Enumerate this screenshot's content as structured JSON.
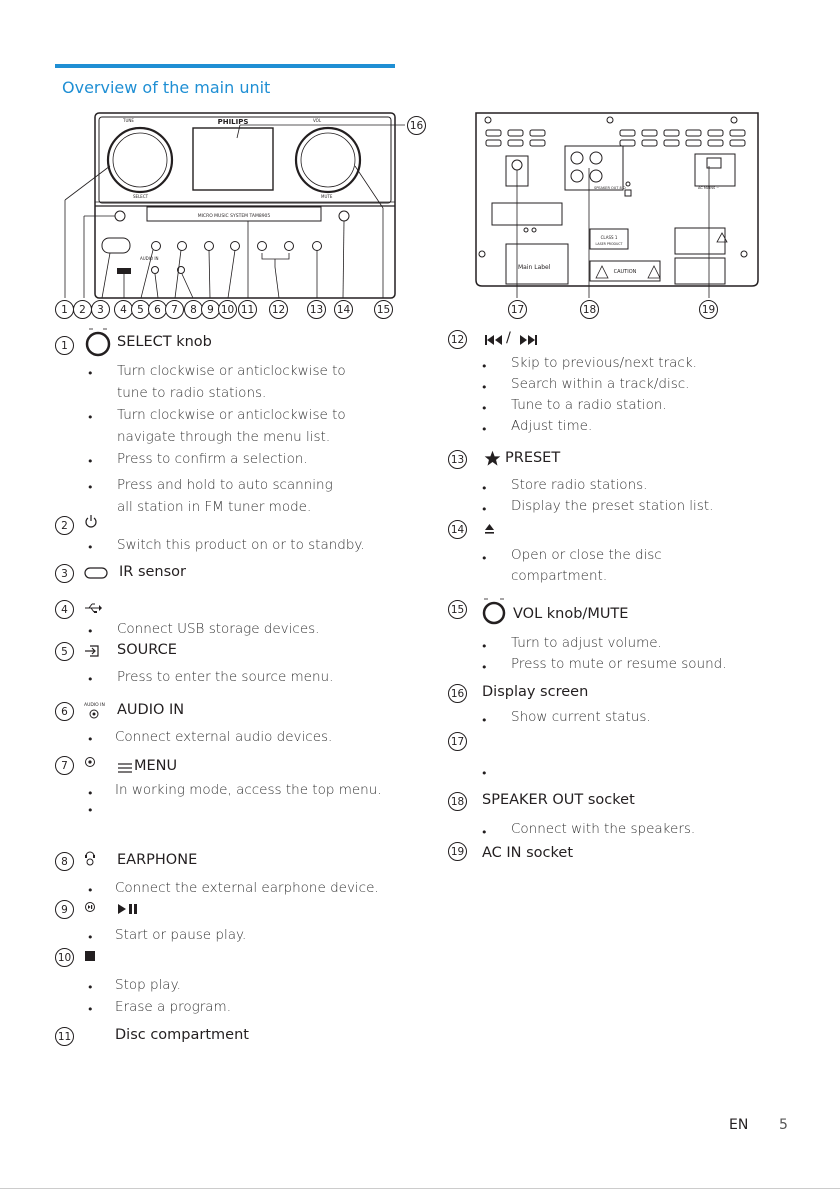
{
  "page": {
    "title": "Overview of the main unit",
    "lang": "EN",
    "page_number": "5"
  },
  "front": {
    "brand": "PHILIPS",
    "model": "MICRO MUSIC SYSTEM TAM8905",
    "tune": "TUNE",
    "vol": "VOL",
    "select": "SELECT",
    "mute": "MUTE",
    "audio_in": "AUDIO IN",
    "callouts": [
      "1",
      "2",
      "3",
      "4",
      "5",
      "6",
      "7",
      "8",
      "9",
      "10",
      "11",
      "12",
      "13",
      "14",
      "15",
      "16"
    ]
  },
  "rear": {
    "main_label": "Main Label",
    "speaker_out": "SPEAKER OUT 8 Ω",
    "ac_mains": "AC MAINS ~",
    "class1": "CLASS 1",
    "laser": "LASER PRODUCT",
    "caution": "CAUTION",
    "callouts": [
      "17",
      "18",
      "19"
    ]
  },
  "items": {
    "i1": {
      "num": "1",
      "title": "SELECT knob",
      "bullets": [
        "Turn clockwise or anticlockwise to",
        "tune to radio stations.",
        "Turn clockwise or anticlockwise to",
        "navigate through the menu list.",
        "Press to confirm a selection.",
        "Press and hold to auto scanning",
        "all station in FM tuner mode."
      ]
    },
    "i2": {
      "num": "2",
      "bullets": [
        "Switch this product on or to standby."
      ]
    },
    "i3": {
      "num": "3",
      "title": "IR sensor"
    },
    "i4": {
      "num": "4",
      "bullets": [
        "Connect USB storage devices."
      ]
    },
    "i5": {
      "num": "5",
      "title": "SOURCE",
      "bullets": [
        "Press to enter the source menu."
      ]
    },
    "i6": {
      "num": "6",
      "title": "AUDIO IN",
      "bullets": [
        "Connect external audio devices."
      ]
    },
    "i7": {
      "num": "7",
      "title": "MENU",
      "bullets": [
        "In working mode, access the top menu."
      ]
    },
    "i8": {
      "num": "8",
      "title": "EARPHONE",
      "bullets": [
        "Connect the external earphone device."
      ]
    },
    "i9": {
      "num": "9",
      "bullets": [
        "Start or pause play."
      ]
    },
    "i10": {
      "num": "10",
      "bullets": [
        "Stop play.",
        "Erase a program."
      ]
    },
    "i11": {
      "num": "11",
      "title": "Disc compartment"
    },
    "i12": {
      "num": "12",
      "title": "/",
      "bullets": [
        "Skip to previous/next track.",
        "Search within a track/disc.",
        "Tune to a radio station.",
        "Adjust time."
      ]
    },
    "i13": {
      "num": "13",
      "title": "PRESET",
      "bullets": [
        "Store radio stations.",
        "Display the preset station list."
      ]
    },
    "i14": {
      "num": "14",
      "bullets": [
        "Open or close the disc",
        "compartment."
      ]
    },
    "i15": {
      "num": "15",
      "title": "VOL knob/MUTE",
      "bullets": [
        "Turn to adjust volume.",
        "Press to mute or resume sound."
      ]
    },
    "i16": {
      "num": "16",
      "title": "Display screen",
      "bullets": [
        "Show current status."
      ]
    },
    "i17": {
      "num": "17"
    },
    "i18": {
      "num": "18",
      "title": "SPEAKER OUT socket",
      "bullets": [
        "Connect with the speakers."
      ]
    },
    "i19": {
      "num": "19",
      "title": "AC IN socket"
    }
  }
}
